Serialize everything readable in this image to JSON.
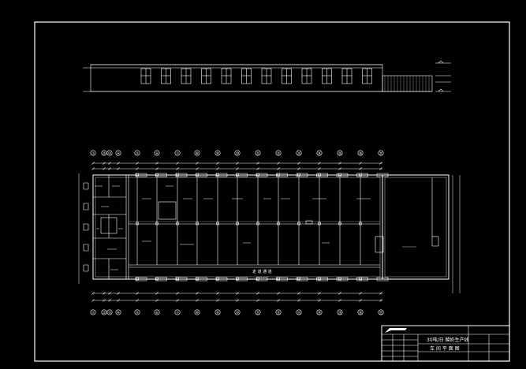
{
  "drawing": {
    "background": "#000000",
    "line_color": "#ffffff",
    "elevation": {
      "window_count": 12
    },
    "plan": {
      "axis_labels_top": [
        "①",
        "②",
        "③",
        "④",
        "⑤",
        "⑥",
        "⑦",
        "⑧",
        "⑨",
        "⑩",
        "⑪",
        "⑫",
        "⑬",
        "⑭",
        "⑮",
        "⑯",
        "⑰"
      ],
      "axis_labels_bottom": [
        "①",
        "②",
        "③",
        "④",
        "⑤",
        "⑥",
        "⑦",
        "⑧",
        "⑨",
        "⑩",
        "⑪",
        "⑫",
        "⑬",
        "⑭",
        "⑮",
        "⑯",
        "⑰"
      ],
      "corridor_label": "走 道 通 道"
    },
    "title_block": {
      "project_title": "30吨/日 酸奶生产线",
      "drawing_title": "车 间 平 面 图"
    }
  }
}
